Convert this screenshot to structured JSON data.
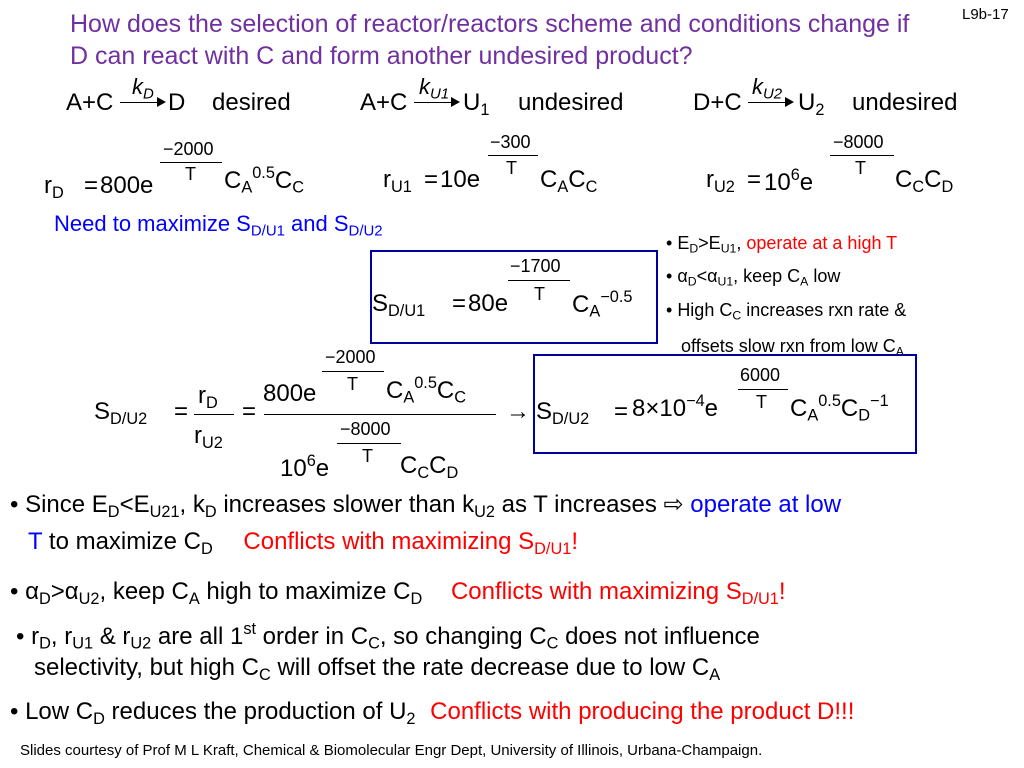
{
  "slide_id": "L9b-17",
  "title": "How does the selection of reactor/reactors scheme and conditions change if D can react with C and form another undesired product?",
  "reactions": [
    {
      "reactants": "A+C",
      "k": "k",
      "k_sub": "D",
      "product": "D",
      "product_sub": "",
      "label": "desired"
    },
    {
      "reactants": "A+C",
      "k": "k",
      "k_sub": "U1",
      "product": "U",
      "product_sub": "1",
      "label": "undesired"
    },
    {
      "reactants": "D+C",
      "k": "k",
      "k_sub": "U2",
      "product": "U",
      "product_sub": "2",
      "label": "undesired"
    }
  ],
  "rates": {
    "rD": {
      "lhs": "r",
      "lhs_sub": "D",
      "eq": "=",
      "coef": "800e",
      "exp_num": "−2000",
      "exp_den": "T",
      "conc": "C",
      "conc_sub1": "A",
      "exp1": "0.5",
      "conc2": "C",
      "conc_sub2": "C"
    },
    "rU1": {
      "lhs": "r",
      "lhs_sub": "U1",
      "eq": "=",
      "coef": "10e",
      "exp_num": "−300",
      "exp_den": "T",
      "conc": "C",
      "conc_sub1": "A",
      "conc2": "C",
      "conc_sub2": "C"
    },
    "rU2": {
      "lhs": "r",
      "lhs_sub": "U2",
      "eq": "=",
      "coef_base": "10",
      "coef_exp": "6",
      "coef_e": "e",
      "exp_num": "−8000",
      "exp_den": "T",
      "conc": "C",
      "conc_sub1": "C",
      "conc2": "C",
      "conc_sub2": "D"
    }
  },
  "maximize": {
    "text": "Need to maximize S",
    "sub1": "D/U1",
    "and": " and S",
    "sub2": "D/U2"
  },
  "s_du1": {
    "lhs": "S",
    "lhs_sub": "D/U",
    "lhs_sub2": "1",
    "eq": "=",
    "coef": "80e",
    "exp_num": "−1700",
    "exp_den": "T",
    "conc": "C",
    "conc_sub": "A",
    "conc_exp": "−0.5"
  },
  "right_bullets": [
    {
      "pre": "E",
      "s1": "D",
      "mid": ">E",
      "s2": "U1",
      "post": ", ",
      "red": "operate at a high T"
    },
    {
      "pre": "α",
      "s1": "D",
      "mid": "<α",
      "s2": "U1",
      "post": ", keep C",
      "s3": "A",
      "tail": " low"
    },
    {
      "line1_pre": "High C",
      "line1_sub": "C",
      "line1_post": " increases rxn rate &",
      "line2_pre": "offsets slow rxn from low C",
      "line2_sub": "A"
    }
  ],
  "s_du2": {
    "lhs": "S",
    "lhs_sub": "D/U",
    "lhs_sub2": "2",
    "eq": "=",
    "frac_num": "r",
    "frac_num_sub": "D",
    "frac_den": "r",
    "frac_den_sub": "U2",
    "eq2": "=",
    "num_coef": "800e",
    "num_exp_num": "−2000",
    "num_exp_den": "T",
    "num_c": "C",
    "num_c_sub": "A",
    "num_c_exp": "0.5",
    "num_c2": "C",
    "num_c2_sub": "C",
    "den_base": "10",
    "den_pow": "6",
    "den_e": "e",
    "den_exp_num": "−8000",
    "den_exp_den": "T",
    "den_c": "C",
    "den_c_sub": "C",
    "den_c2": "C",
    "den_c2_sub": "D",
    "arrow": "→",
    "rhs": "S",
    "rhs_sub": "D/U",
    "rhs_sub2": "2",
    "rhs_eq": "=",
    "rhs_coef": "8×10",
    "rhs_pow": "−4",
    "rhs_e": "e",
    "rhs_exp_num": "6000",
    "rhs_exp_den": "T",
    "rhs_c": "C",
    "rhs_c_sub": "A",
    "rhs_c_exp": "0.5",
    "rhs_c2": "C",
    "rhs_c2_sub": "D",
    "rhs_c2_exp": "−1"
  },
  "bullets": [
    {
      "b": "•",
      "t1": " Since E",
      "s1": "D",
      "t2": "<E",
      "s2": "U21",
      "t3": ", k",
      "s3": "D",
      "t4": " increases slower than k",
      "s4": "U2",
      "t5": " as T increases ",
      "arrow": "⇨",
      "blue1": " operate at low",
      "blue2": "T",
      "t6": " to maximize C",
      "s6": "D",
      "red": "Conflicts with maximizing S",
      "rs": "D/U1",
      "rend": "!"
    },
    {
      "b": "•",
      "t1": " α",
      "s1": "D",
      "t2": ">α",
      "s2": "U2",
      "t3": ", keep C",
      "s3": "A",
      "t4": " high to maximize C",
      "s4": "D",
      "red": "Conflicts with maximizing S",
      "rs": "D/U1",
      "rend": "!"
    },
    {
      "b": "•",
      "t1": " r",
      "s1": "D",
      "t2": ", r",
      "s2": "U1",
      "t3": " & r",
      "s3": "U2",
      "t4": " are all 1",
      "sup4": "st",
      "t5": " order in C",
      "s5": "C",
      "t6": ", so changing C",
      "s6": "C",
      "t7": " does not influence",
      "l2a": "selectivity, but high C",
      "l2s": "C",
      "l2b": " will offset the rate decrease due to low C",
      "l2s2": "A"
    },
    {
      "b": "•",
      "t1": " Low C",
      "s1": "D",
      "t2": " reduces the production of U",
      "s2": "2",
      "red": "Conflicts with producing the product D!!!"
    }
  ],
  "footer": "Slides courtesy of Prof M L Kraft, Chemical & Biomolecular Engr Dept, University of Illinois, Urbana-Champaign."
}
